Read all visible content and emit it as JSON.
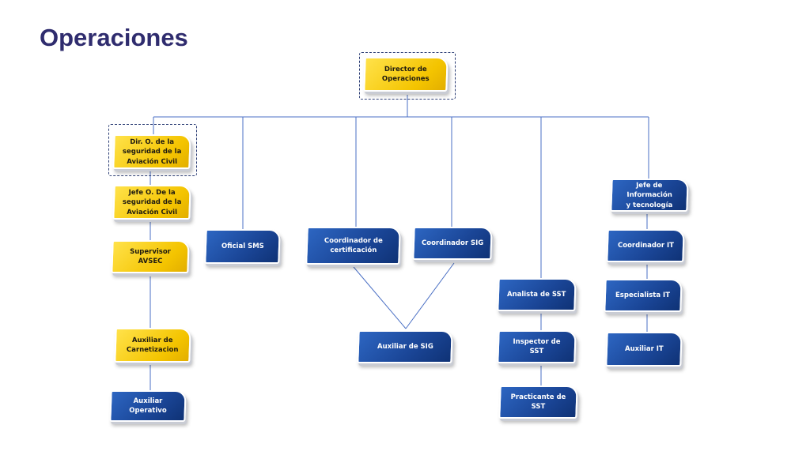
{
  "title": "Operaciones",
  "colors": {
    "title": "#2f2c6e",
    "yellow_box": "#f4c400",
    "blue_box": "#1a4596",
    "connector": "#4a6fc4"
  },
  "nodes": {
    "director": [
      "Director de",
      "Operaciones"
    ],
    "dir_seguridad": [
      "Dir. O. de la",
      "seguridad de la",
      "Aviación Civil"
    ],
    "jefe_seguridad": [
      "Jefe O. De la",
      "seguridad de la",
      "Aviación Civil"
    ],
    "supervisor_avsec": [
      "Supervisor AVSEC"
    ],
    "auxiliar_carnetizacion": [
      "Auxiliar de",
      "Carnetizacion"
    ],
    "auxiliar_operativo": [
      "Auxiliar Operativo"
    ],
    "oficial_sms": [
      "Oficial SMS"
    ],
    "coordinador_certificacion": [
      "Coordinador de",
      "certificación"
    ],
    "coordinador_sig": [
      "Coordinador SIG"
    ],
    "auxiliar_sig": [
      "Auxiliar de SIG"
    ],
    "analista_sst": [
      "Analista de SST"
    ],
    "inspector_sst": [
      "Inspector de SST"
    ],
    "practicante_sst": [
      "Practicante de SST"
    ],
    "jefe_it": [
      "Jefe de Información",
      "y tecnología"
    ],
    "coordinador_it": [
      "Coordinador IT"
    ],
    "especialista_it": [
      "Especialista IT"
    ],
    "auxiliar_it": [
      "Auxiliar IT"
    ]
  }
}
